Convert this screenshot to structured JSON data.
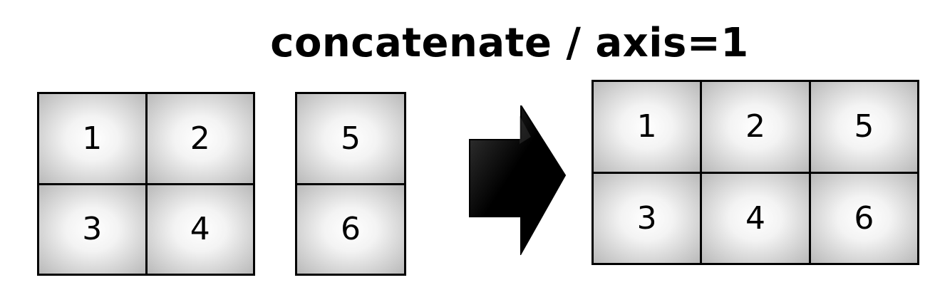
{
  "title": "concatenate / axis=1",
  "inputs": {
    "left_matrix": [
      "1",
      "2",
      "3",
      "4"
    ],
    "right_matrix": [
      "5",
      "6"
    ]
  },
  "arrow_icon": "right-arrow-icon",
  "result_matrix": [
    "1",
    "2",
    "5",
    "3",
    "4",
    "6"
  ],
  "colors": {
    "border": "#000000",
    "cell_center": "#ffffff",
    "cell_edge": "#b9b9b9",
    "arrow": "#000000"
  }
}
